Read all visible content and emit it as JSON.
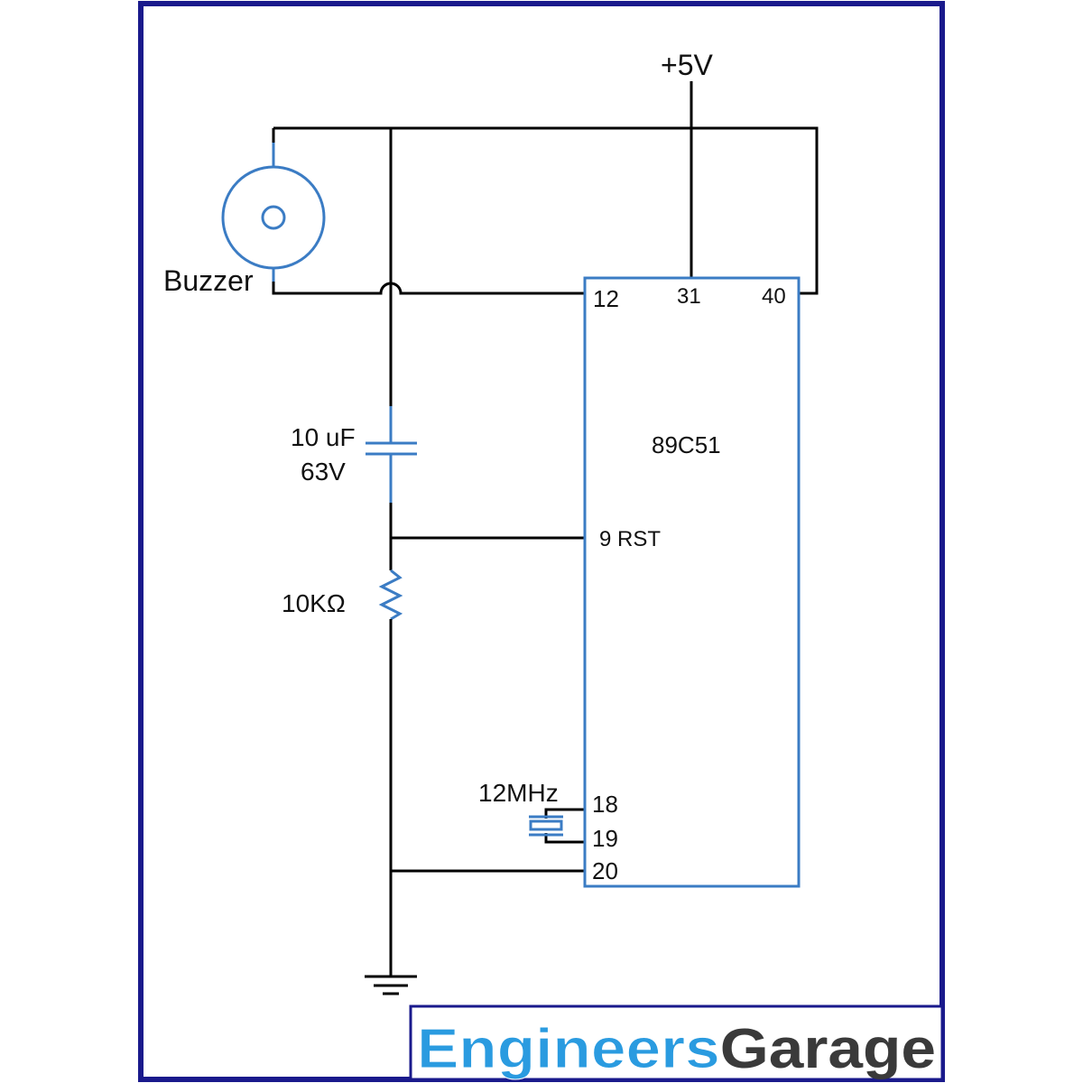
{
  "supply": {
    "label": "+5V"
  },
  "buzzer": {
    "label": "Buzzer"
  },
  "capacitor": {
    "value": "10 uF",
    "voltage": "63V"
  },
  "resistor": {
    "value": "10KΩ"
  },
  "crystal": {
    "label": "12MHz"
  },
  "ic": {
    "name": "89C51",
    "pins": {
      "p12": "12",
      "p31": "31",
      "p40": "40",
      "p9": "9 RST",
      "p18": "18",
      "p19": "19",
      "p20": "20"
    }
  },
  "brand": {
    "part1": "Engineers",
    "part2": "Garage"
  },
  "colors": {
    "border": "#1a1a8c",
    "component": "#3b7cc4",
    "brand_blue": "#2a9be0",
    "brand_gray": "#3a3a3a"
  }
}
